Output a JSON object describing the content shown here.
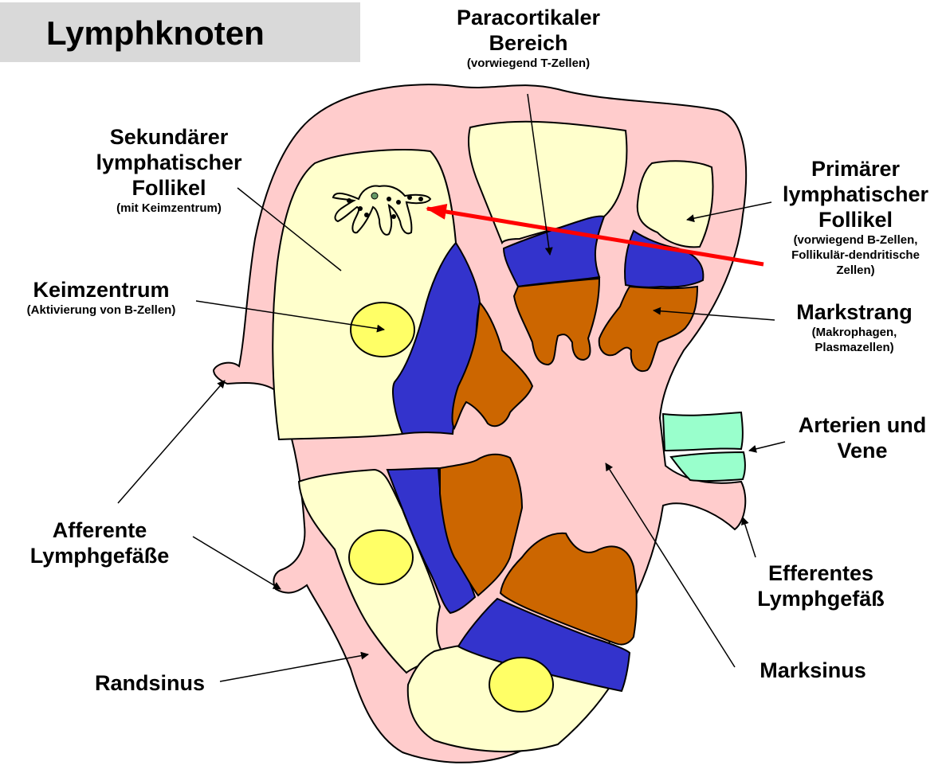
{
  "title": "Lymphknoten",
  "labels": {
    "paracortical": {
      "line1": "Paracortikaler",
      "line2": "Bereich",
      "sub": "(vorwiegend T-Zellen)"
    },
    "secondary_follicle": {
      "line1": "Sekundärer",
      "line2": "lymphatischer",
      "line3": "Follikel",
      "sub": "(mit Keimzentrum)"
    },
    "germinal_center": {
      "main": "Keimzentrum",
      "sub": "(Aktivierung von B-Zellen)"
    },
    "primary_follicle": {
      "line1": "Primärer",
      "line2": "lymphatischer",
      "line3": "Follikel",
      "sub1": "(vorwiegend B-Zellen,",
      "sub2": "Follikulär-dendritische",
      "sub3": "Zellen)"
    },
    "medullary_cord": {
      "main": "Markstrang",
      "sub1": "(Makrophagen,",
      "sub2": "Plasmazellen)"
    },
    "arteries_vein": {
      "line1": "Arterien und",
      "line2": "Vene"
    },
    "afferent": {
      "line1": "Afferente",
      "line2": "Lymphgefäße"
    },
    "efferent": {
      "line1": "Efferentes",
      "line2": "Lymphgefäß"
    },
    "subcapsular_sinus": {
      "main": "Randsinus"
    },
    "medullary_sinus": {
      "main": "Marksinus"
    }
  },
  "colors": {
    "sinus": "#ffcccc",
    "follicle": "#ffffcc",
    "germinal_center": "#ffff66",
    "paracortex": "#3333cc",
    "medullary_cord": "#cc6600",
    "vessels": "#99ffcc",
    "highlight_arrow": "#ff0000",
    "title_box": "#d9d9d9"
  }
}
